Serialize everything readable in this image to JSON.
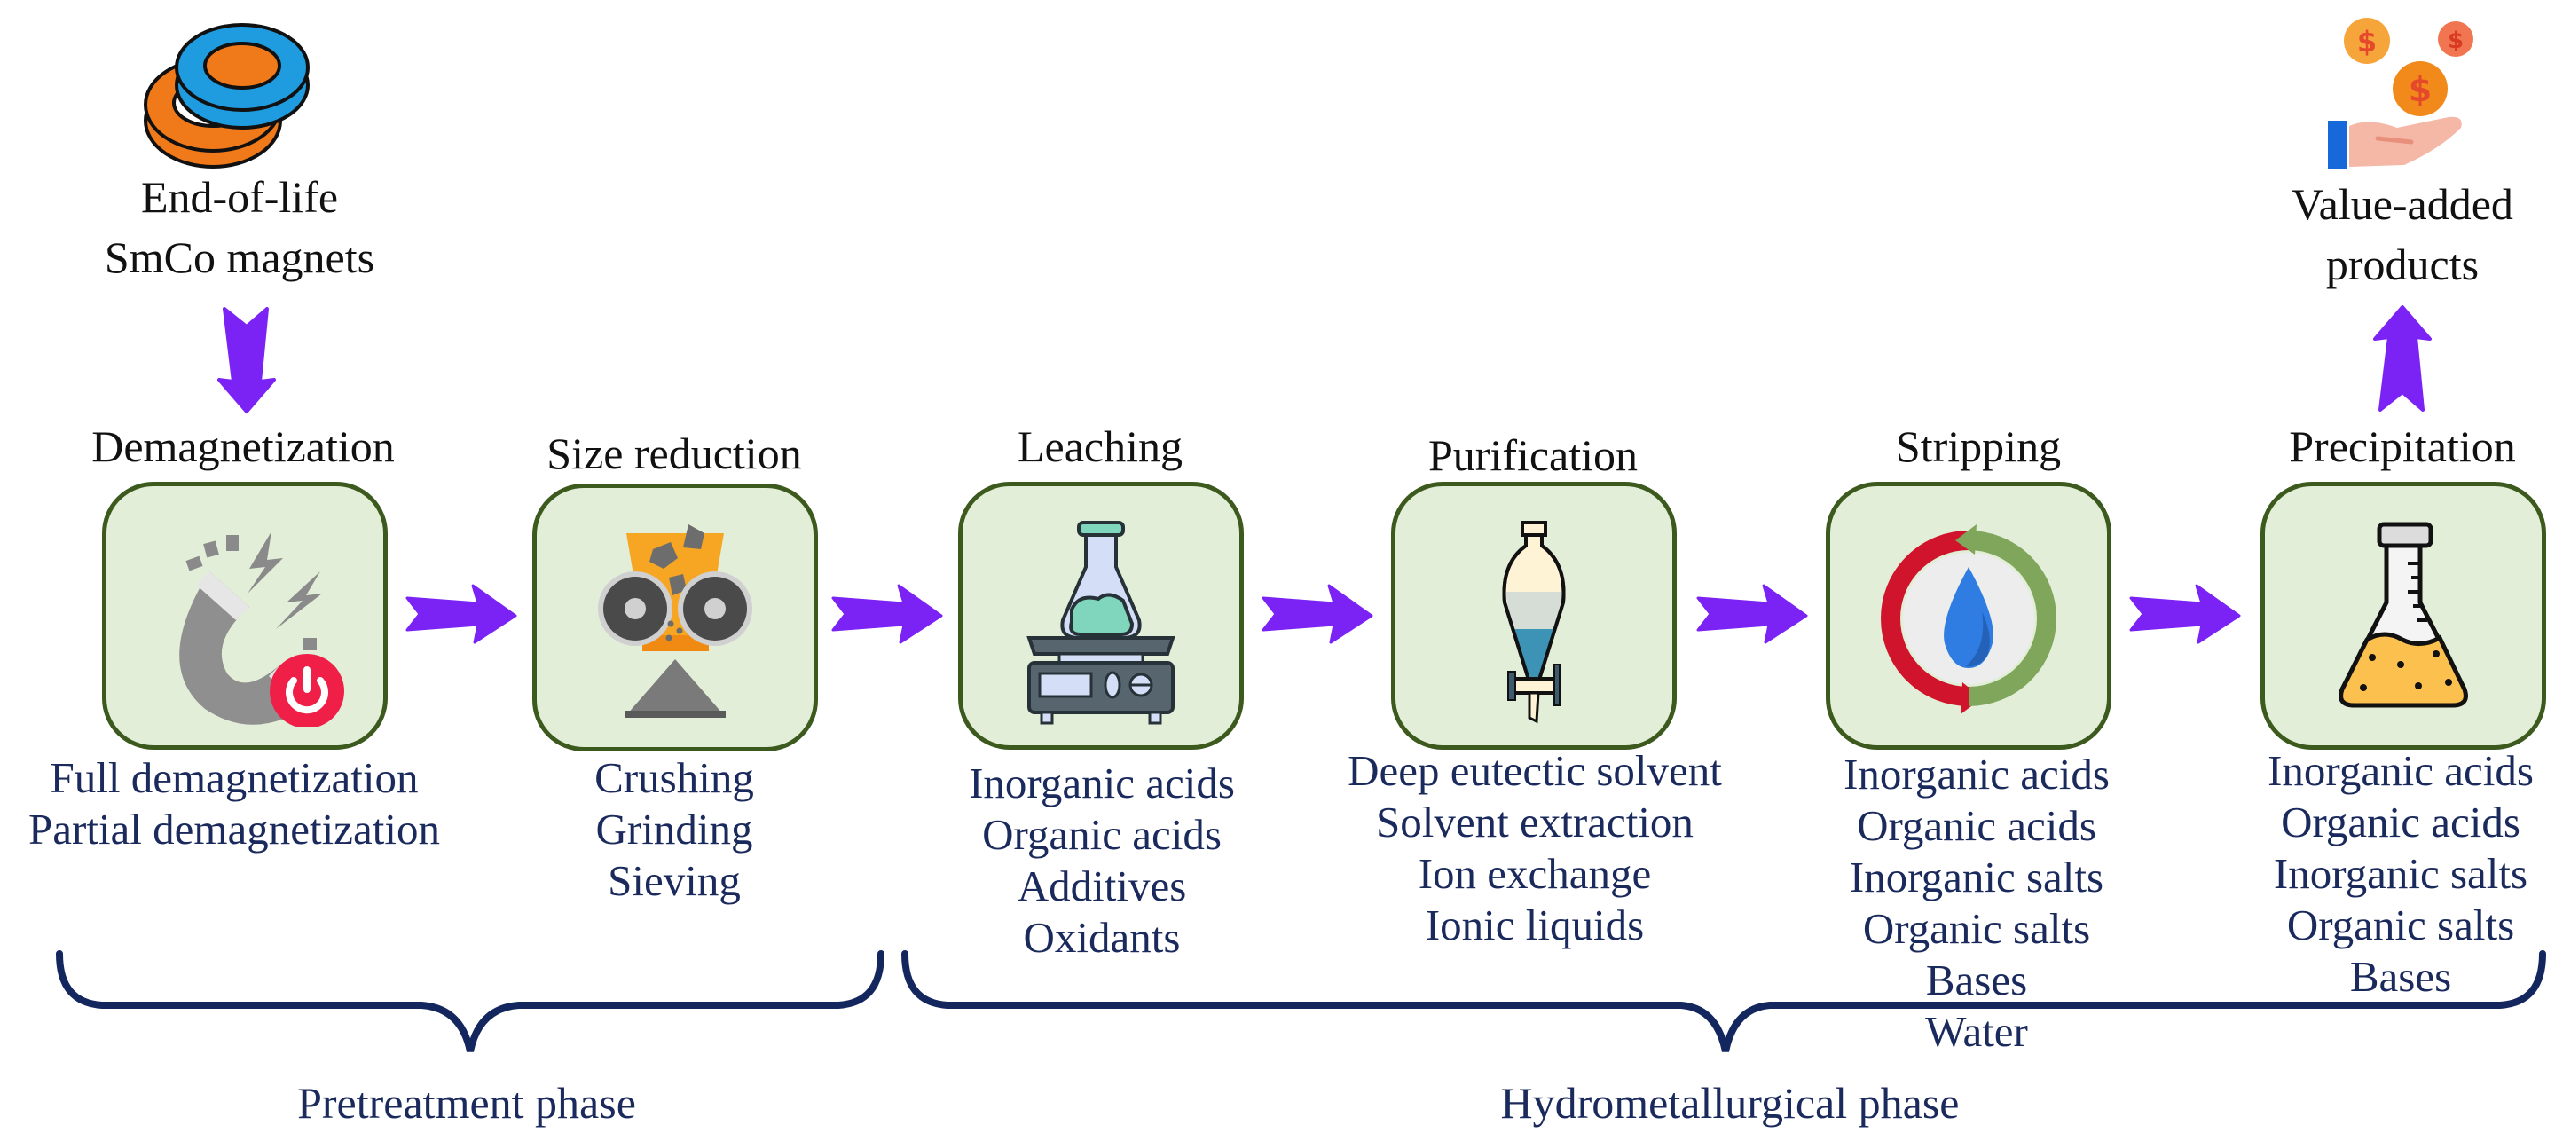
{
  "title": "Recycling flowsheet for end-of-life SmCo magnets",
  "colors": {
    "arrow": "#7b22f5",
    "box_fill": "#e2eed7",
    "box_border": "#3d5a1e",
    "list_text": "#1b2a5c",
    "heading_text": "#111111",
    "brace": "#13265e"
  },
  "source": {
    "icon": "stacked-ring-magnets-icon",
    "lines": [
      "End-of-life",
      "SmCo magnets"
    ]
  },
  "product": {
    "icon": "hand-with-coins-icon",
    "lines": [
      "Value-added",
      "products"
    ]
  },
  "steps": [
    {
      "heading": "Demagnetization",
      "icon": "horseshoe-magnet-power-off-icon",
      "items": [
        "Full demagnetization",
        "Partial demagnetization"
      ]
    },
    {
      "heading": "Size reduction",
      "icon": "roller-crusher-icon",
      "items": [
        "Crushing",
        "Grinding",
        "Sieving"
      ]
    },
    {
      "heading": "Leaching",
      "icon": "flask-on-hotplate-icon",
      "items": [
        "Inorganic acids",
        "Organic acids",
        "Additives",
        "Oxidants"
      ]
    },
    {
      "heading": "Purification",
      "icon": "separatory-funnel-icon",
      "items": [
        "Deep eutectic solvent",
        "Solvent extraction",
        "Ion exchange",
        "Ionic liquids"
      ]
    },
    {
      "heading": "Stripping",
      "icon": "water-drop-cycle-icon",
      "items": [
        "Inorganic acids",
        "Organic acids",
        "Inorganic salts",
        "Organic salts",
        "Bases",
        "Water"
      ]
    },
    {
      "heading": "Precipitation",
      "icon": "erlenmeyer-flask-precipitate-icon",
      "items": [
        "Inorganic acids",
        "Organic acids",
        "Inorganic salts",
        "Organic salts",
        "Bases"
      ]
    }
  ],
  "phases": [
    {
      "label": "Pretreatment phase",
      "covers_steps": [
        "Demagnetization",
        "Size reduction"
      ]
    },
    {
      "label": "Hydrometallurgical phase",
      "covers_steps": [
        "Leaching",
        "Purification",
        "Stripping",
        "Precipitation"
      ]
    }
  ]
}
